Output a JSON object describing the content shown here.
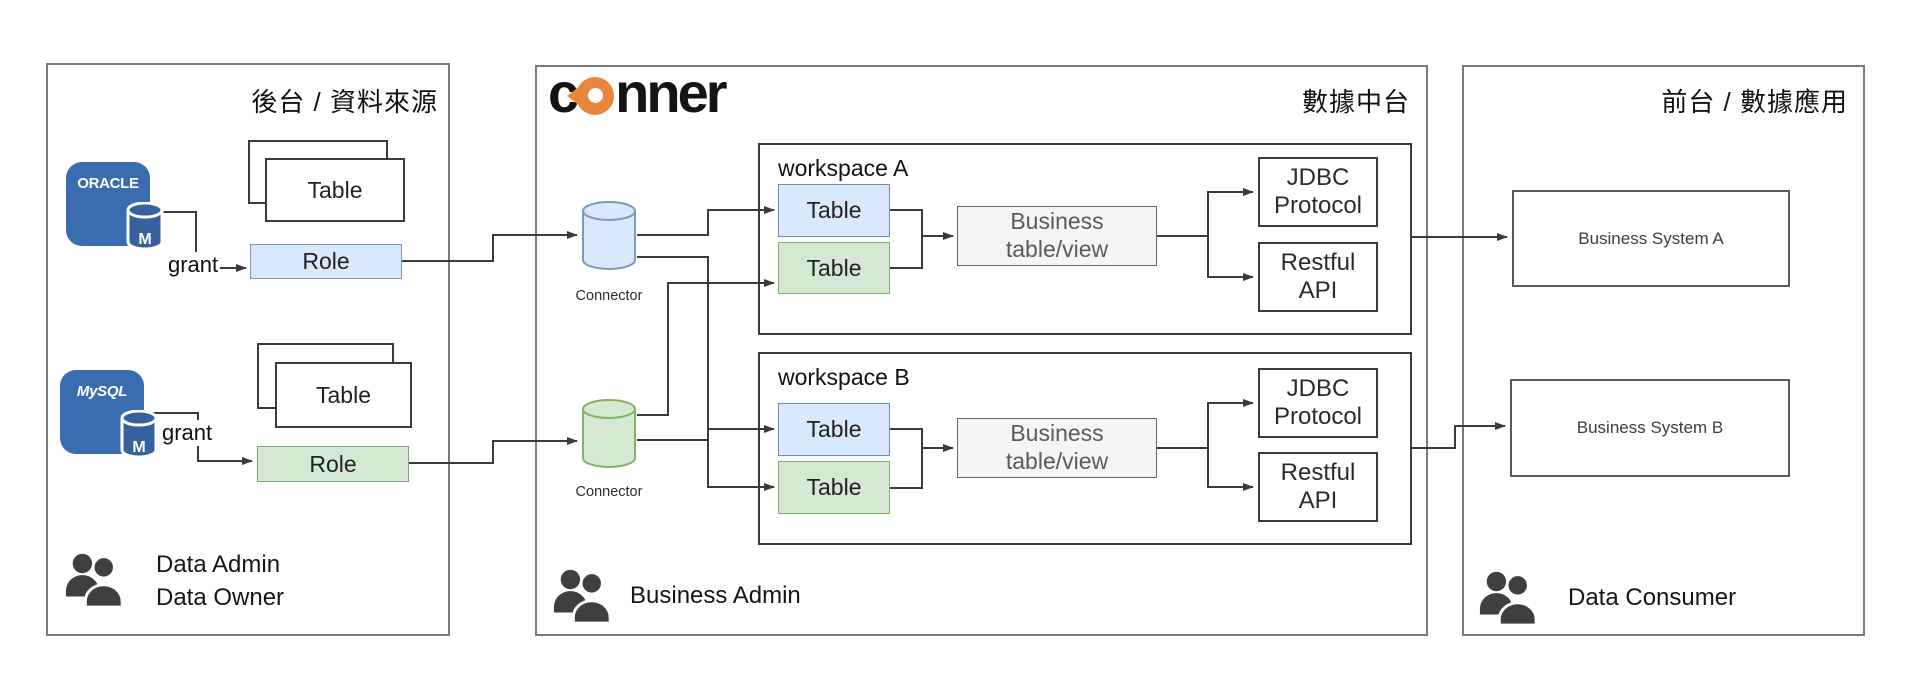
{
  "colors": {
    "blue_fill": "#dae8fb",
    "blue_stroke": "#6c8ebf",
    "green_fill": "#d5e8d4",
    "green_stroke": "#82b366",
    "gray_fill": "#f5f5f5",
    "db_icon_blue": "#3a6cb0",
    "logo_orange": "#e8873c",
    "line_color": "#3b3b3b"
  },
  "left_panel": {
    "title": "後台 / 資料來源",
    "oracle_db": {
      "name": "ORACLE",
      "letter": "M"
    },
    "mysql_db": {
      "name": "MySQL",
      "letter": "M"
    },
    "oracle_table_label": "Table",
    "mysql_table_label": "Table",
    "oracle_role_label": "Role",
    "mysql_role_label": "Role",
    "oracle_grant": "grant",
    "mysql_grant": "grant",
    "actor_line1": "Data Admin",
    "actor_line2": "Data Owner"
  },
  "middle_panel": {
    "title": "數據中台",
    "logo": {
      "prefix": "c",
      "suffix": "nner"
    },
    "connector_a": "Connector",
    "connector_b": "Connector",
    "workspace_a": {
      "title": "workspace A",
      "blue_table": "Table",
      "green_table": "Table",
      "business_line1": "Business",
      "business_line2": "table/view",
      "jdbc_line1": "JDBC",
      "jdbc_line2": "Protocol",
      "rest_line1": "Restful",
      "rest_line2": "API"
    },
    "workspace_b": {
      "title": "workspace B",
      "blue_table": "Table",
      "green_table": "Table",
      "business_line1": "Business",
      "business_line2": "table/view",
      "jdbc_line1": "JDBC",
      "jdbc_line2": "Protocol",
      "rest_line1": "Restful",
      "rest_line2": "API"
    },
    "actor": "Business Admin"
  },
  "right_panel": {
    "title": "前台 / 數據應用",
    "system_a": "Business System A",
    "system_b": "Business System B",
    "actor": "Data Consumer"
  }
}
